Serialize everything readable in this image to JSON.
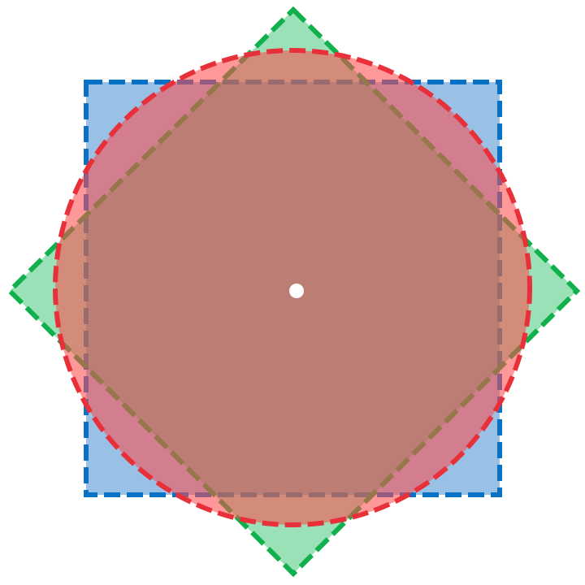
{
  "shapes": [
    {
      "name": "square",
      "fill": "#5b9bd5",
      "fill_opacity": 0.62,
      "stroke": "#0a72c4"
    },
    {
      "name": "diamond",
      "fill": "#2ec06a",
      "fill_opacity": 0.48,
      "stroke": "#10b04c"
    },
    {
      "name": "circle",
      "fill": "#ff4a4a",
      "fill_opacity": 0.56,
      "stroke": "#e8303a"
    }
  ],
  "center_point": {
    "fill": "#ffffff"
  }
}
